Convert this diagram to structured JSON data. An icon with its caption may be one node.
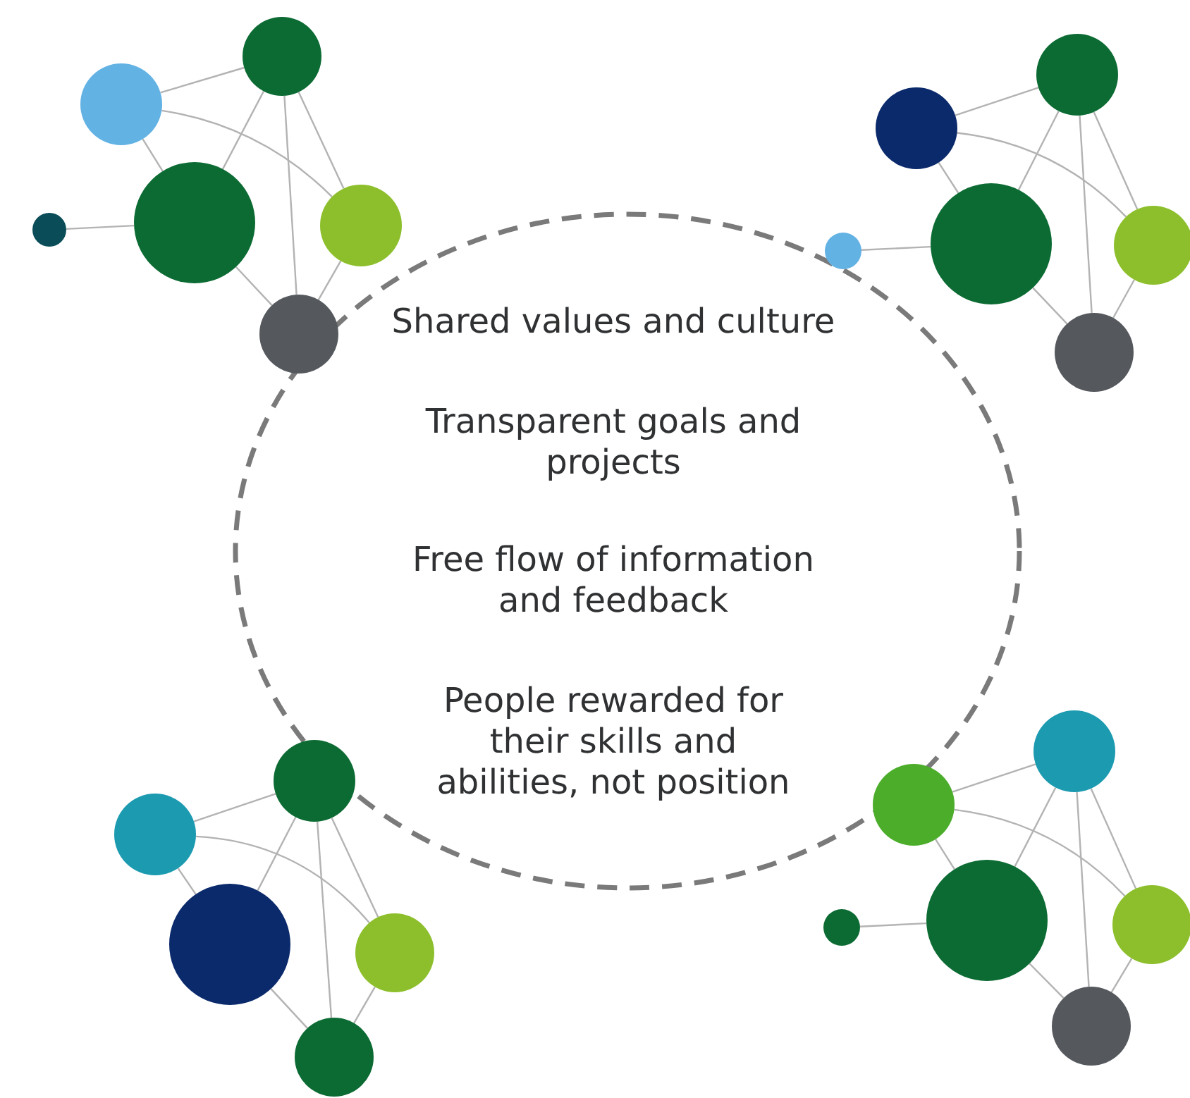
{
  "diagram": {
    "nodes": [
      {
        "text": [
          "Shared values and culture",
          "Transparent goals and projects",
          "Free flow of information and feedback",
          "People rewarded for their skills and abilities, not position"
        ]
      },
      {
        "text": [],
        "shape": "circle"
      },
      {
        "text": [],
        "shape": "circle"
      },
      {
        "text": [],
        "shape": "circle"
      },
      {
        "text": [],
        "shape": "circle"
      },
      {
        "text": [],
        "shape": "circle"
      },
      {
        "text": [],
        "shape": "circle"
      },
      {
        "text": [],
        "shape": "circle"
      },
      {
        "text": [],
        "shape": "circle"
      },
      {
        "text": [],
        "shape": "circle"
      },
      {
        "text": [],
        "shape": "circle"
      },
      {
        "text": [],
        "shape": "circle"
      },
      {
        "text": [],
        "shape": "circle"
      },
      {
        "text": [],
        "shape": "circle"
      },
      {
        "text": [],
        "shape": "circle"
      },
      {
        "text": [],
        "shape": "circle"
      },
      {
        "text": [],
        "shape": "circle"
      },
      {
        "text": [],
        "shape": "circle"
      },
      {
        "text": [],
        "shape": "circle"
      },
      {
        "text": [],
        "shape": "circle"
      },
      {
        "text": [],
        "shape": "circle"
      },
      {
        "text": [],
        "shape": "circle"
      },
      {
        "text": [],
        "shape": "circle"
      },
      {
        "text": [],
        "shape": "circle"
      }
    ],
    "edges": [
      {
        "from": 1,
        "to": 2,
        "arrow": "none"
      },
      {
        "from": 2,
        "to": 4,
        "arrow": "none"
      },
      {
        "from": 2,
        "to": 5,
        "arrow": "none"
      },
      {
        "from": 1,
        "to": 4,
        "arrow": "none"
      },
      {
        "from": 1,
        "to": 6,
        "arrow": "none"
      },
      {
        "from": 1,
        "to": 5,
        "arrow": "none"
      },
      {
        "from": 3,
        "to": 4,
        "arrow": "none"
      },
      {
        "from": 4,
        "to": 6,
        "arrow": "none"
      },
      {
        "from": 5,
        "to": 6,
        "arrow": "none"
      },
      {
        "from": 7,
        "to": 8,
        "arrow": "none"
      },
      {
        "from": 8,
        "to": 10,
        "arrow": "none"
      },
      {
        "from": 8,
        "to": 11,
        "arrow": "none"
      },
      {
        "from": 7,
        "to": 10,
        "arrow": "none"
      },
      {
        "from": 7,
        "to": 12,
        "arrow": "none"
      },
      {
        "from": 7,
        "to": 11,
        "arrow": "none"
      },
      {
        "from": 9,
        "to": 10,
        "arrow": "none"
      },
      {
        "from": 10,
        "to": 12,
        "arrow": "none"
      },
      {
        "from": 11,
        "to": 12,
        "arrow": "none"
      },
      {
        "from": 13,
        "to": 14,
        "arrow": "none"
      },
      {
        "from": 14,
        "to": 15,
        "arrow": "none"
      },
      {
        "from": 14,
        "to": 16,
        "arrow": "none"
      },
      {
        "from": 13,
        "to": 15,
        "arrow": "none"
      },
      {
        "from": 13,
        "to": 17,
        "arrow": "none"
      },
      {
        "from": 13,
        "to": 16,
        "arrow": "none"
      },
      {
        "from": 15,
        "to": 17,
        "arrow": "none"
      },
      {
        "from": 16,
        "to": 17,
        "arrow": "none"
      },
      {
        "from": 18,
        "to": 19,
        "arrow": "none"
      },
      {
        "from": 19,
        "to": 21,
        "arrow": "none"
      },
      {
        "from": 19,
        "to": 22,
        "arrow": "none"
      },
      {
        "from": 18,
        "to": 21,
        "arrow": "none"
      },
      {
        "from": 18,
        "to": 23,
        "arrow": "none"
      },
      {
        "from": 18,
        "to": 22,
        "arrow": "none"
      },
      {
        "from": 20,
        "to": 21,
        "arrow": "none"
      },
      {
        "from": 21,
        "to": 23,
        "arrow": "none"
      },
      {
        "from": 22,
        "to": 23,
        "arrow": "none"
      }
    ]
  }
}
